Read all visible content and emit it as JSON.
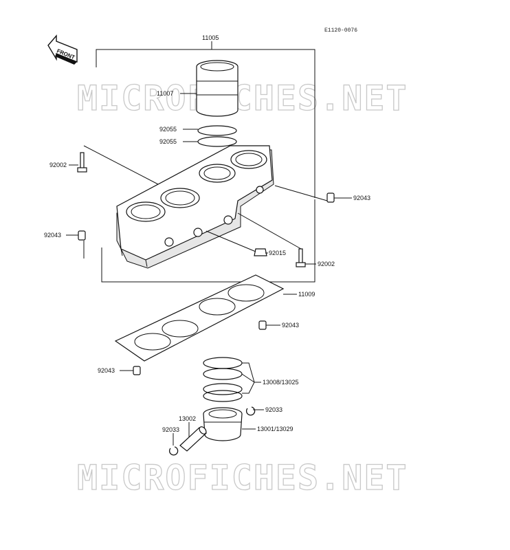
{
  "drawing_code": "E1120-0076",
  "front_label": "FRONT",
  "watermark": "MICROFICHES.NET",
  "callouts": {
    "c11005": "11005",
    "c11007": "11007",
    "c92055a": "92055",
    "c92055b": "92055",
    "c92002a": "92002",
    "c92043a": "92043",
    "c92043b": "92043",
    "c92015": "92015",
    "c92002b": "92002",
    "c11009": "11009",
    "c92043c": "92043",
    "c92043d": "92043",
    "c13008": "13008/13025",
    "c92033a": "92033",
    "c13002": "13002",
    "c92033b": "92033",
    "c13001": "13001/13029"
  }
}
